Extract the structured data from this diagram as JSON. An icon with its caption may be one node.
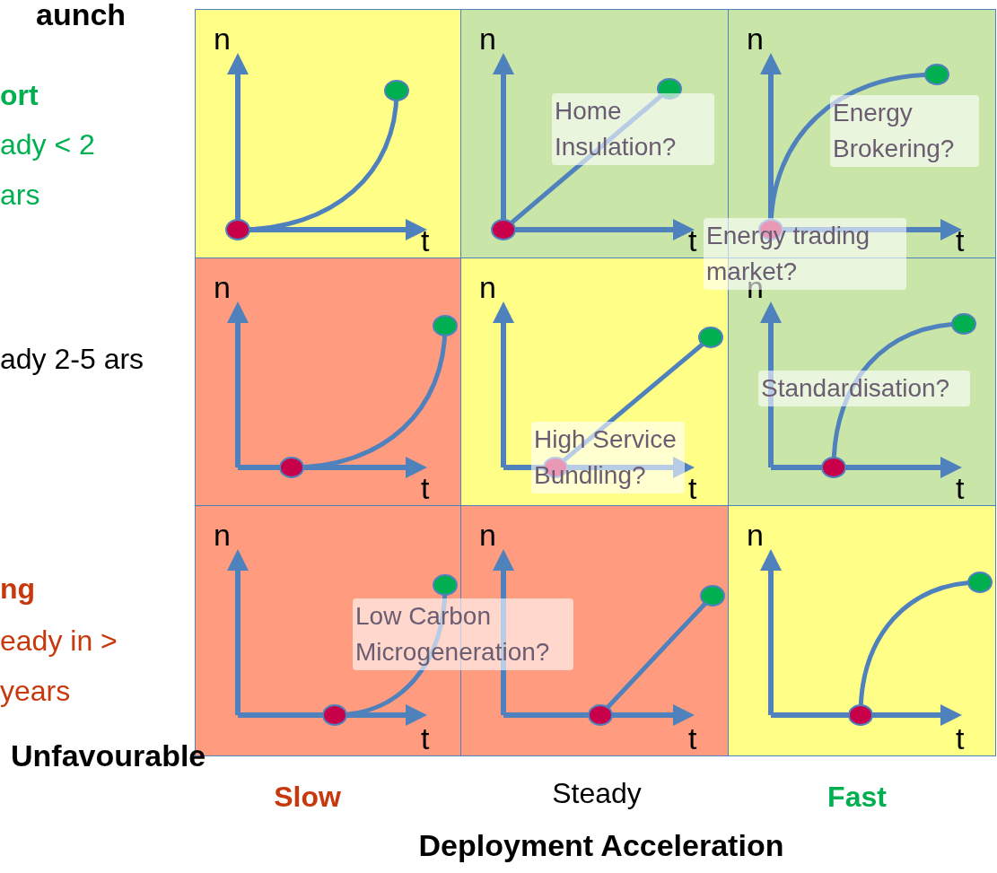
{
  "diagram": {
    "nodes": [
      {
        "text": [
          "n",
          "t"
        ]
      },
      {
        "text": [
          "n",
          "t"
        ]
      },
      {
        "text": [
          "n",
          "t"
        ]
      },
      {
        "text": [
          "n",
          "t"
        ]
      },
      {
        "text": [
          "n",
          "t"
        ]
      },
      {
        "text": [
          "n",
          "t"
        ]
      },
      {
        "text": [
          "n",
          "t"
        ]
      },
      {
        "text": [
          "n",
          "t"
        ]
      },
      {
        "text": [
          "n",
          "t"
        ]
      }
    ],
    "labels": [
      "aunch",
      "ort",
      "ady < 2 ars",
      "Home Insulation?",
      "Energy Brokering?",
      "Energy trading market?",
      "ady 2-5 ars",
      "Standardisation?",
      "High Service Bundling?",
      "ng",
      "eady in > years",
      "Low Carbon Microgeneration?",
      "Unfavourable",
      "Slow",
      "Steady",
      "Fast",
      "Deployment Acceleration"
    ]
  }
}
